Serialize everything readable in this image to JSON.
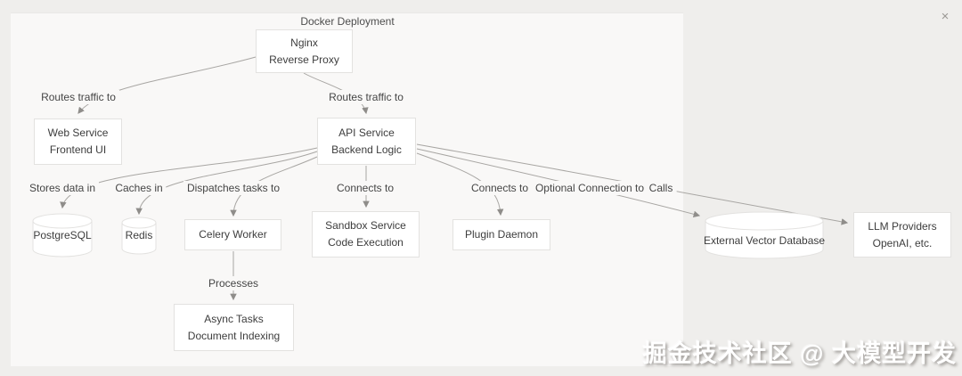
{
  "title": "Docker Deployment",
  "close_label": "×",
  "watermark": "掘金技术社区 @ 大模型开发",
  "colors": {
    "background": "#efeeec",
    "canvas": "#f9f8f7",
    "node_fill": "#ffffff",
    "node_border": "#e3e2e0",
    "edge": "#a8a6a3",
    "text": "#3d3d3d"
  },
  "nodes": {
    "nginx": {
      "line1": "Nginx",
      "line2": "Reverse Proxy"
    },
    "web": {
      "line1": "Web Service",
      "line2": "Frontend UI"
    },
    "api": {
      "line1": "API Service",
      "line2": "Backend Logic"
    },
    "postgres": {
      "line1": "PostgreSQL"
    },
    "redis": {
      "line1": "Redis"
    },
    "celery": {
      "line1": "Celery Worker"
    },
    "sandbox": {
      "line1": "Sandbox Service",
      "line2": "Code Execution"
    },
    "plugin": {
      "line1": "Plugin Daemon"
    },
    "vectordb": {
      "line1": "External Vector Database"
    },
    "llm": {
      "line1": "LLM Providers",
      "line2": "OpenAI, etc."
    },
    "async": {
      "line1": "Async Tasks",
      "line2": "Document Indexing"
    }
  },
  "edge_labels": {
    "routes_web": "Routes traffic to",
    "routes_api": "Routes traffic to",
    "stores": "Stores data in",
    "caches": "Caches in",
    "dispatches": "Dispatches tasks to",
    "connects_sandbox": "Connects to",
    "connects_plugin": "Connects to",
    "optional": "Optional Connection to",
    "calls": "Calls",
    "processes": "Processes"
  }
}
